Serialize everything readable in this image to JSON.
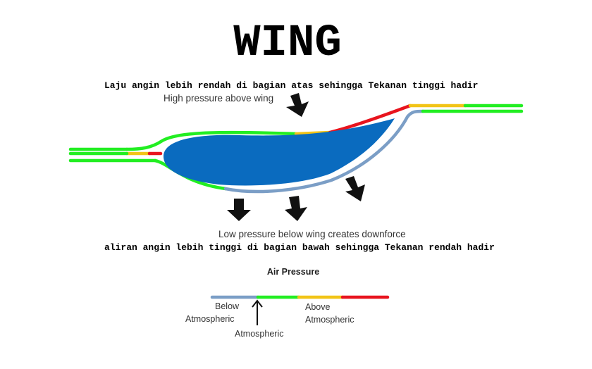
{
  "title": "WING",
  "annotations": {
    "top_indonesian": "Laju angin lebih rendah di bagian atas sehingga Tekanan tinggi hadir",
    "top_english": "High pressure above wing",
    "bottom_english": "Low pressure below wing creates downforce",
    "bottom_indonesian": "aliran angin lebih tinggi di bagian bawah sehingga Tekanan rendah hadir"
  },
  "legend": {
    "title": "Air Pressure",
    "below_line1": "Below",
    "below_line2": "Atmospheric",
    "above_line1": "Above",
    "above_line2": "Atmospheric",
    "atmospheric": "Atmospheric"
  },
  "colors": {
    "wing": "#0a6bbf",
    "below": "#7b9ec6",
    "atmospheric": "#22ee22",
    "above_yellow": "#f2c417",
    "above_red": "#e8141e",
    "arrow": "#111111"
  },
  "icons": [
    "down-arrow-icon",
    "up-arrow-icon"
  ]
}
